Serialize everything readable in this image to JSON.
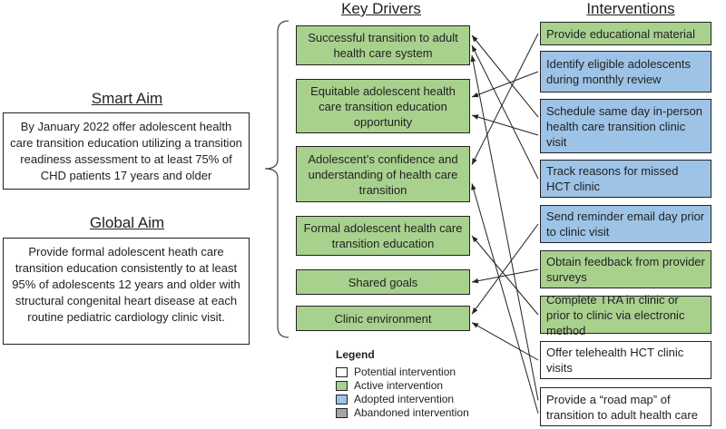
{
  "headings": {
    "key_drivers": "Key Drivers",
    "interventions": "Interventions",
    "smart_aim": "Smart Aim",
    "global_aim": "Global Aim"
  },
  "smart_aim_text": "By January 2022 offer adolescent health care transition education utilizing a transition readiness assessment to at least 75% of CHD patients 17 years and older",
  "global_aim_text": "Provide formal adolescent heath care transition education consistently to at least 95% of adolescents 12 years and older with structural congenital heart disease at each routine pediatric cardiology clinic visit.",
  "drivers": [
    {
      "label": "Successful transition to adult health care system"
    },
    {
      "label": "Equitable adolescent health care transition education opportunity"
    },
    {
      "label": "Adolescent’s confidence and understanding of health care transition"
    },
    {
      "label": "Formal adolescent health care transition education"
    },
    {
      "label": "Shared goals"
    },
    {
      "label": "Clinic environment"
    }
  ],
  "interventions": [
    {
      "label": "Provide educational material",
      "status": "active"
    },
    {
      "label": "Identify eligible adolescents during monthly review",
      "status": "adopted"
    },
    {
      "label": "Schedule same day in-person health care transition clinic visit",
      "status": "adopted"
    },
    {
      "label": "Track reasons for missed HCT clinic",
      "status": "adopted"
    },
    {
      "label": "Send reminder email day prior to clinic visit",
      "status": "adopted"
    },
    {
      "label": "Obtain feedback from provider surveys",
      "status": "active"
    },
    {
      "label": "Complete TRA in clinic or prior to clinic via electronic method",
      "status": "active"
    },
    {
      "label": "Offer telehealth HCT clinic visits",
      "status": "potential"
    },
    {
      "label": "Provide a “road map” of transition to adult health care",
      "status": "potential"
    }
  ],
  "legend": {
    "title": "Legend",
    "items": [
      {
        "label": "Potential intervention",
        "color": "#ffffff"
      },
      {
        "label": "Active intervention",
        "color": "#a9d18e"
      },
      {
        "label": "Adopted intervention",
        "color": "#9dc3e6"
      },
      {
        "label": "Abandoned intervention",
        "color": "#a6a6a6"
      }
    ]
  },
  "status_colors": {
    "potential": "#ffffff",
    "active": "#a9d18e",
    "adopted": "#9dc3e6",
    "abandoned": "#a6a6a6"
  },
  "connections": [
    {
      "from_intervention": 0,
      "to_driver": 2
    },
    {
      "from_intervention": 1,
      "to_driver": 1
    },
    {
      "from_intervention": 2,
      "to_driver": 0
    },
    {
      "from_intervention": 2,
      "to_driver": 1
    },
    {
      "from_intervention": 3,
      "to_driver": 0
    },
    {
      "from_intervention": 4,
      "to_driver": 5
    },
    {
      "from_intervention": 5,
      "to_driver": 4
    },
    {
      "from_intervention": 6,
      "to_driver": 3
    },
    {
      "from_intervention": 7,
      "to_driver": 5
    },
    {
      "from_intervention": 8,
      "to_driver": 0
    },
    {
      "from_intervention": 8,
      "to_driver": 2
    }
  ]
}
